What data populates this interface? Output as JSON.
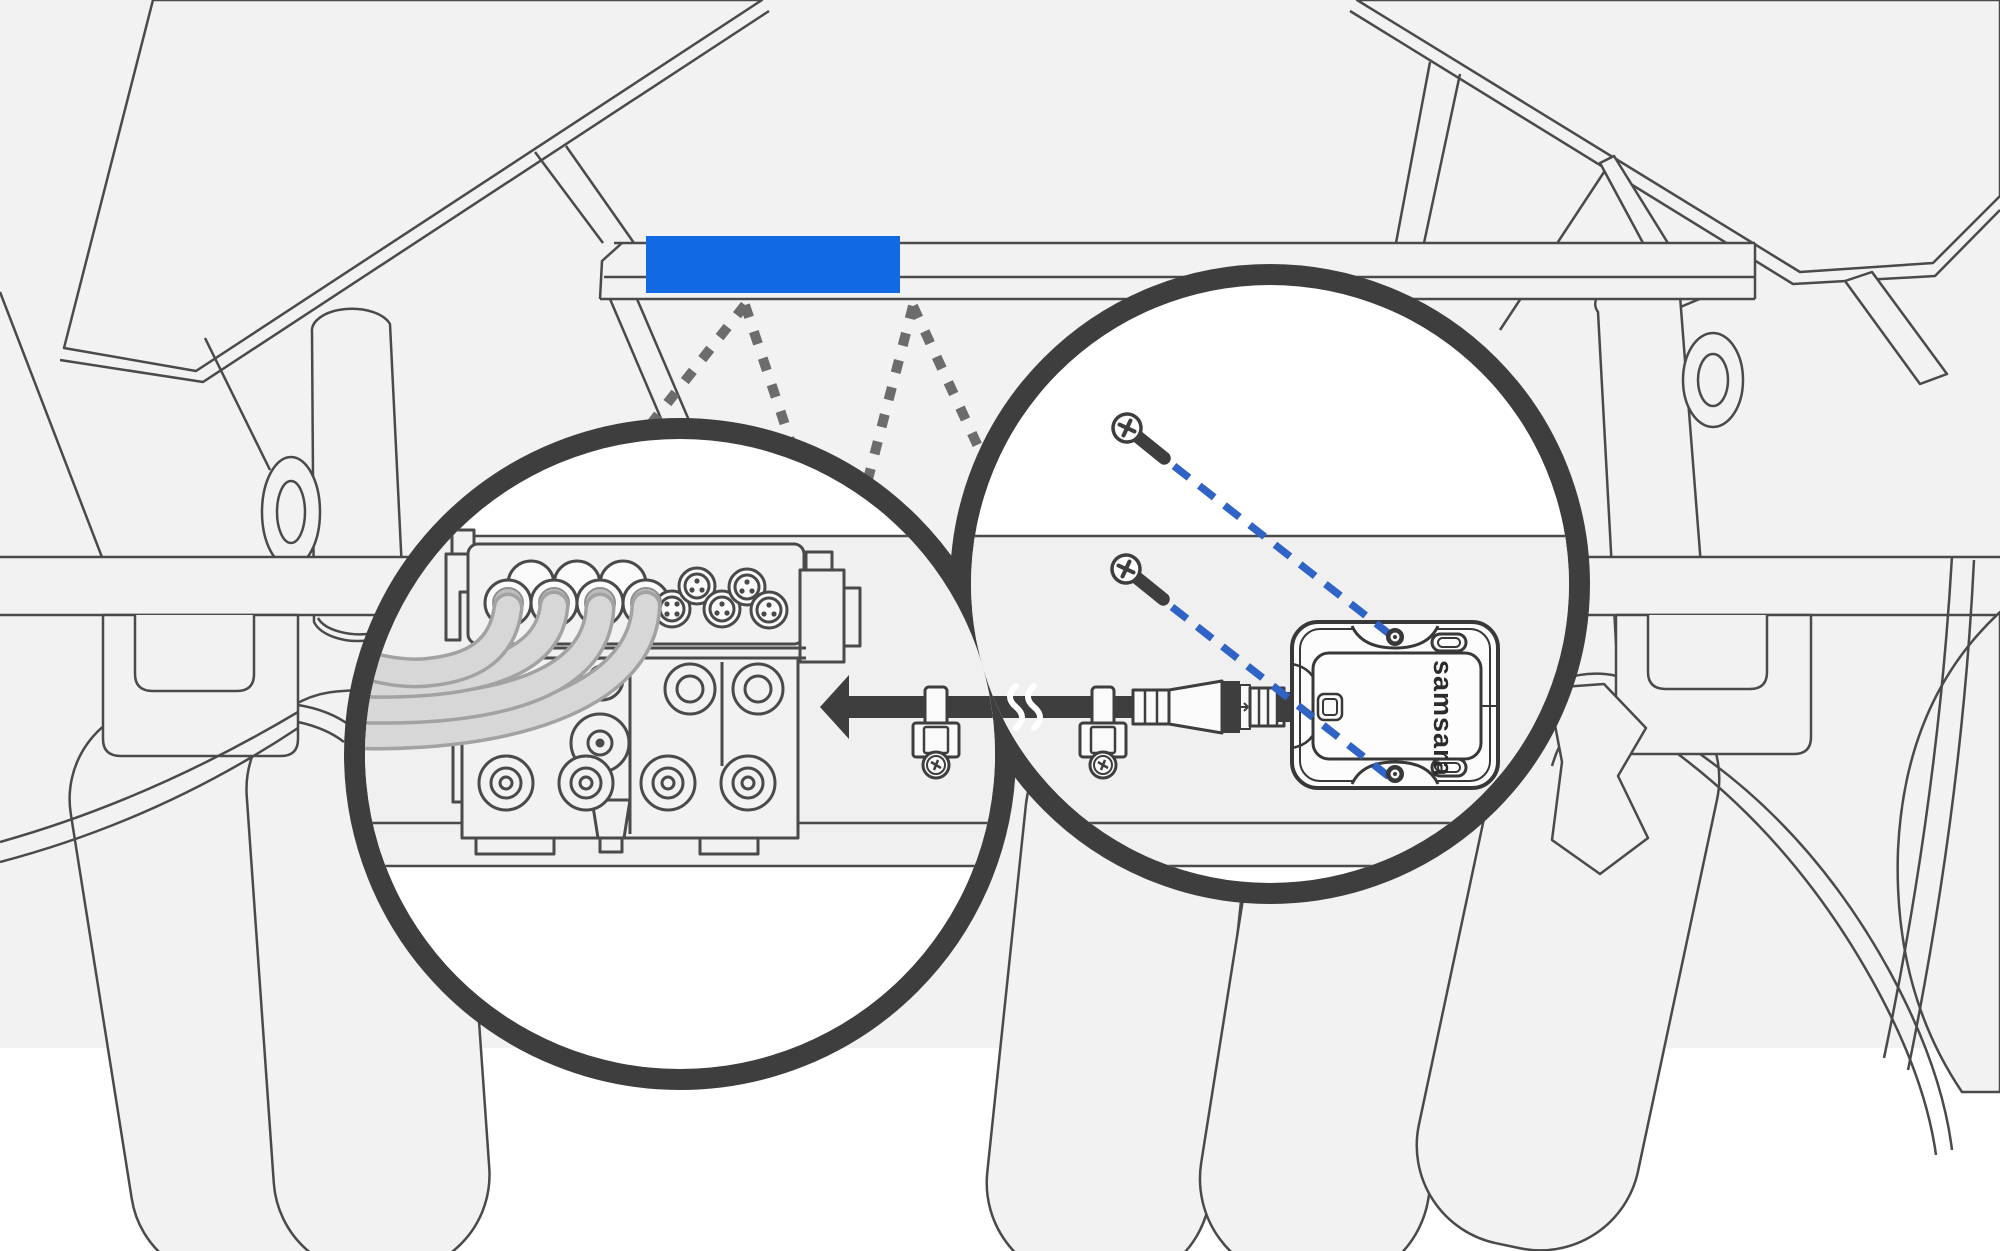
{
  "device": {
    "logo_text": "samsara"
  },
  "colors": {
    "page_bg": "#f2f2f2",
    "bottom_white": "#ffffff",
    "line": "#4a4a4a",
    "dark": "#3e3e3e",
    "highlight_blue": "#1169e3",
    "dash_blue": "#2f64c6",
    "dotted_gray": "#6c6c6c",
    "band_gray": "#f0f0f0",
    "part_fill": "#f2f2f2",
    "hose_outline": "#a2a2a2",
    "hose_fill": "#d7d7d7",
    "circle_fill": "#ffffff"
  },
  "scene": {
    "magnifier_count": 2,
    "screw_count": 2,
    "cable_clip_count": 2,
    "hose_count": 4,
    "mounting_hole_count": 2
  }
}
